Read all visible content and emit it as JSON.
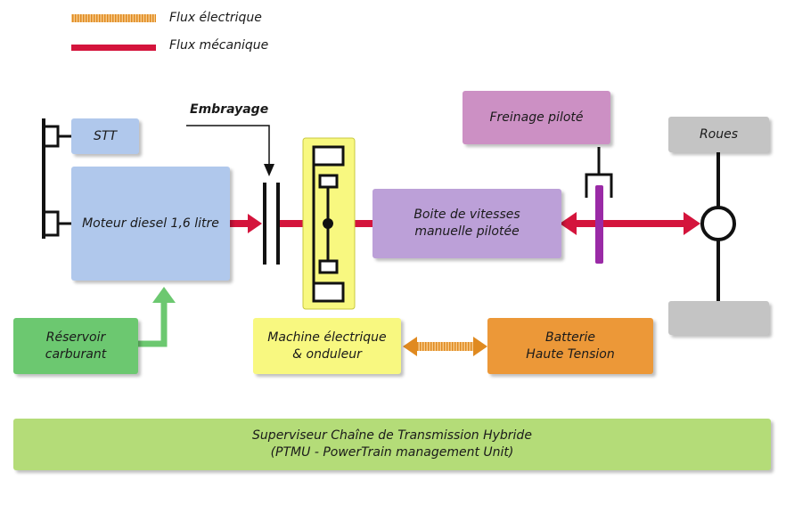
{
  "legend": {
    "electric_label": "Flux électrique",
    "mechanical_label": "Flux mécanique"
  },
  "labels": {
    "embrayage": "Embrayage"
  },
  "boxes": {
    "stt": "STT",
    "moteur": "Moteur diesel 1,6 litre",
    "reservoir": "Réservoir\ncarburant",
    "machine": "Machine électrique\n& onduleur",
    "batterie": "Batterie\nHaute Tension",
    "boite": "Boite de vitesses\nmanuelle pilotée",
    "freinage": "Freinage piloté",
    "roues": "Roues",
    "superviseur": "Superviseur Chaîne de Transmission Hybride\n(PTMU - PowerTrain management Unit)"
  },
  "colors": {
    "electric": "#e8a040",
    "mechanical": "#d4143c",
    "stt": "#b0c8ec",
    "moteur": "#b0c8ec",
    "reservoir": "#6cc870",
    "machine": "#f8f880",
    "batterie": "#ec9838",
    "boite": "#bca0d8",
    "freinage": "#cc90c4",
    "roues": "#c4c4c4",
    "superviseur": "#b4dc78"
  }
}
